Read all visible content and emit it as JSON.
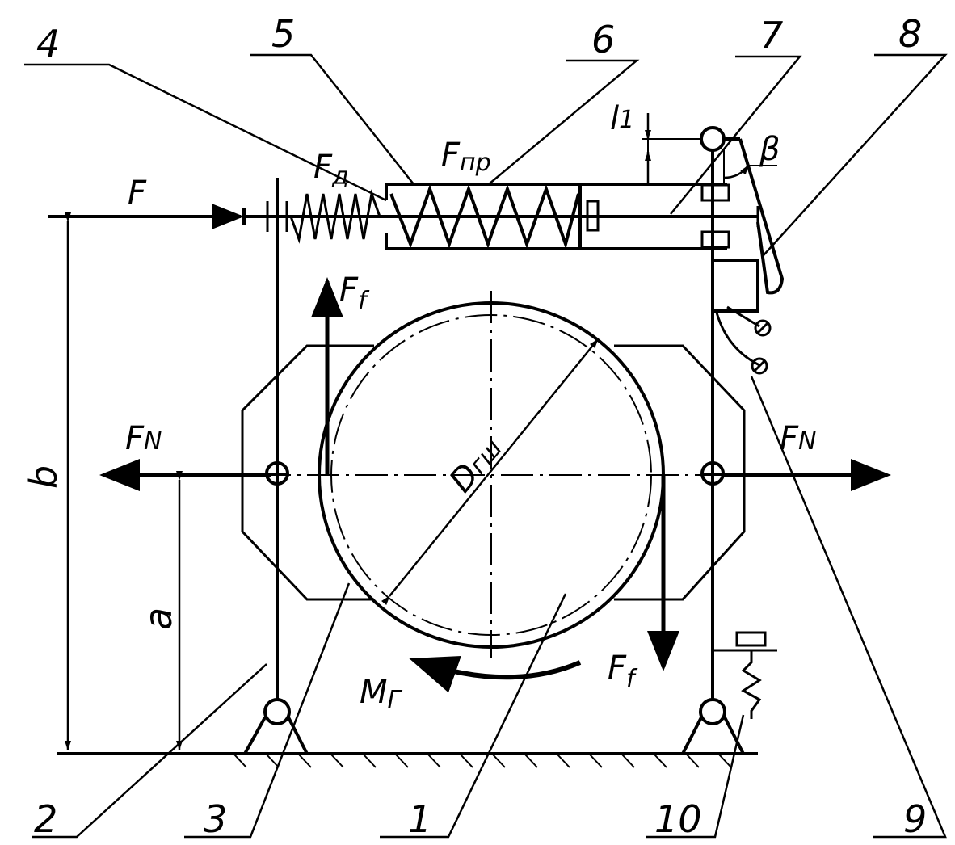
{
  "parts": [
    "1",
    "2",
    "3",
    "4",
    "5",
    "6",
    "7",
    "8",
    "9",
    "10"
  ],
  "forces": {
    "F": "F",
    "Fd_main": "F",
    "Fd_sub": "д",
    "Fpr_main": "F",
    "Fpr_sub": "пр",
    "Ff_main": "F",
    "Ff_sub": "f",
    "FN_main": "F",
    "FN_sub": "N",
    "M_main": "M",
    "M_sub": "Г"
  },
  "dims": {
    "b": "b",
    "a": "a",
    "l_main": "l",
    "l_sub": "1",
    "beta": "β",
    "D_main": "D",
    "D_sub": "гш"
  }
}
